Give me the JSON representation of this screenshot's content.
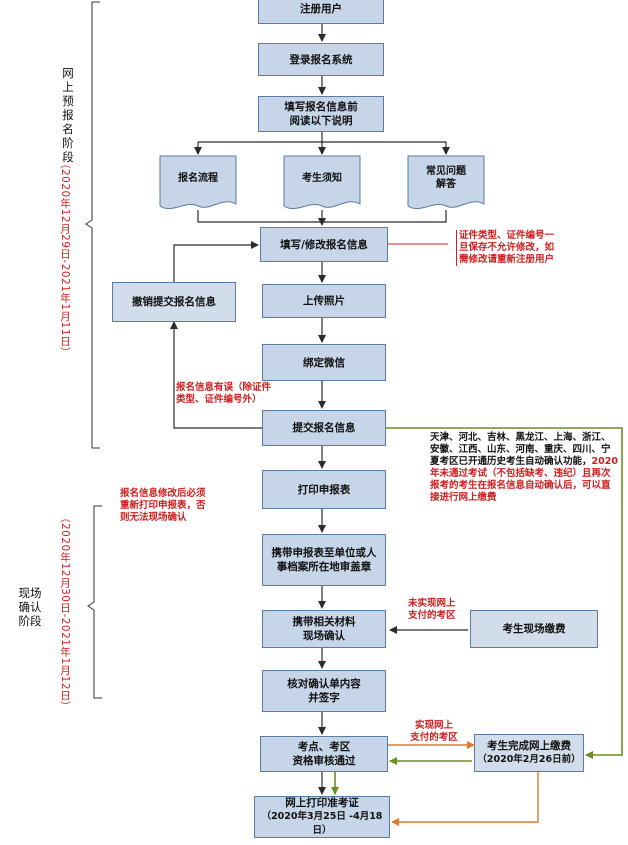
{
  "phases": {
    "online": {
      "label_lines": [
        "网",
        "上",
        "预",
        "报",
        "名",
        "阶",
        "段"
      ],
      "dates": "（2020年12月29日-2021年1月11日）"
    },
    "onsite": {
      "label_lines": [
        "现场",
        "确认",
        "阶段"
      ],
      "dates": "（2020年12月30日-2021年1月12日）"
    }
  },
  "steps": {
    "register": "注册用户",
    "login": "登录报名系统",
    "read_line1": "填写报名信息前",
    "read_line2": "阅读以下说明",
    "doc_process": "报名流程",
    "doc_notice": "考生须知",
    "doc_faq_line1": "常见问题",
    "doc_faq_line2": "解答",
    "fill": "填写/修改报名信息",
    "upload": "上传照片",
    "wechat": "绑定微信",
    "submit": "提交报名信息",
    "cancel": "撤销提交报名信息",
    "print": "打印申报表",
    "stamp_line1": "携带申报表至单位或人",
    "stamp_line2": "事档案所在地审盖章",
    "confirm_line1": "携带相关材料",
    "confirm_line2": "现场确认",
    "sign_line1": "核对确认单内容",
    "sign_line2": "并签字",
    "review_line1": "考点、考区",
    "review_line2": "资格审核通过",
    "pay_onsite": "考生现场缴费",
    "pay_online_line1": "考生完成网上缴费",
    "pay_online_line2": "（2020年2月26日前）",
    "ticket_line1": "网上打印准考证",
    "ticket_line2": "（2020年3月25日 -4月18日）"
  },
  "notes": {
    "idcard_line1": "证件类型、证件编号一",
    "idcard_line2": "旦保存不允许修改，如",
    "idcard_line3": "需修改请重新注册用户",
    "error_line1": "报名信息有误（除证件",
    "error_line2": "类型、证件编号外）",
    "reprint_line1": "报名信息修改后必须",
    "reprint_line2": "重新打印申报表，否",
    "reprint_line3": "则无法现场确认",
    "provinces_line1": "天津、河北、吉林、黑龙江、上海、浙江、",
    "provinces_line2": "安徽、江西、山东、河南、重庆、四川、宁",
    "provinces_line3": "夏考区已开通历史考生自动确认功能，",
    "provinces_red3": "2020",
    "provinces_line4": "年未通过考试（不包括缺考、违纪）且再次",
    "provinces_line5": "报考的考生在报名信息自动确认后，可以直",
    "provinces_line6": "接进行网上缴费",
    "no_online_line1": "未实现网上",
    "no_online_line2": "支付的考区",
    "online_line1": "实现网上",
    "online_line2": "支付的考区"
  },
  "colors": {
    "box_fill": "#c6d5e8",
    "box_border": "#5b7ba0",
    "arrow_dark": "#2b2b2b",
    "arrow_green": "#6b8e23",
    "arrow_orange": "#e07b2a",
    "note_red": "#cc1f1f"
  }
}
